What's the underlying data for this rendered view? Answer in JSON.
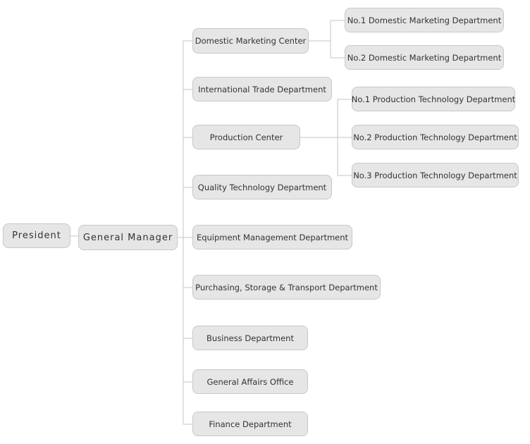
{
  "org": {
    "president": "President",
    "general_manager": "General Manager",
    "domestic_marketing_center": "Domestic Marketing Center",
    "no1_domestic_marketing": "No.1 Domestic Marketing Department",
    "no2_domestic_marketing": "No.2 Domestic Marketing Department",
    "international_trade": "International Trade Department",
    "production_center": "Production Center",
    "no1_production_tech": "No.1 Production Technology Department",
    "no2_production_tech": "No.2 Production Technology Department",
    "no3_production_tech": "No.3 Production Technology Department",
    "quality_technology": "Quality Technology Department",
    "equipment_management": "Equipment Management Department",
    "purchasing_storage_transport": "Purchasing, Storage & Transport Department",
    "business_department": "Business Department",
    "general_affairs_office": "General Affairs Office",
    "finance_department": "Finance Department"
  }
}
